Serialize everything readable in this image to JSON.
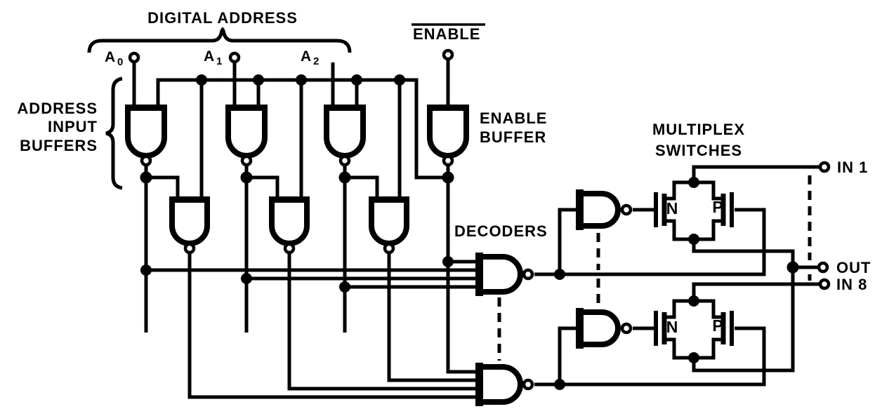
{
  "figure": {
    "colors": {
      "ink": "#000000",
      "background": "#ffffff"
    },
    "title": "DIGITAL ADDRESS",
    "address_terminals": [
      {
        "label": "A",
        "sub": "0"
      },
      {
        "label": "A",
        "sub": "1"
      },
      {
        "label": "A",
        "sub": "2"
      }
    ],
    "enable_terminal": {
      "label": "ENABLE",
      "overline": true
    },
    "address_input_buffers": {
      "line1": "ADDRESS",
      "line2": "INPUT",
      "line3": "BUFFERS"
    },
    "enable_buffer": {
      "line1": "ENABLE",
      "line2": "BUFFER"
    },
    "decoders_label": "DECODERS",
    "multiplex_switches": {
      "line1": "MULTIPLEX",
      "line2": "SWITCHES"
    },
    "mosfet_labels": {
      "n": "N",
      "p": "P"
    },
    "io_terminals": {
      "in1": "IN 1",
      "out": "OUT",
      "in8": "IN 8"
    }
  }
}
